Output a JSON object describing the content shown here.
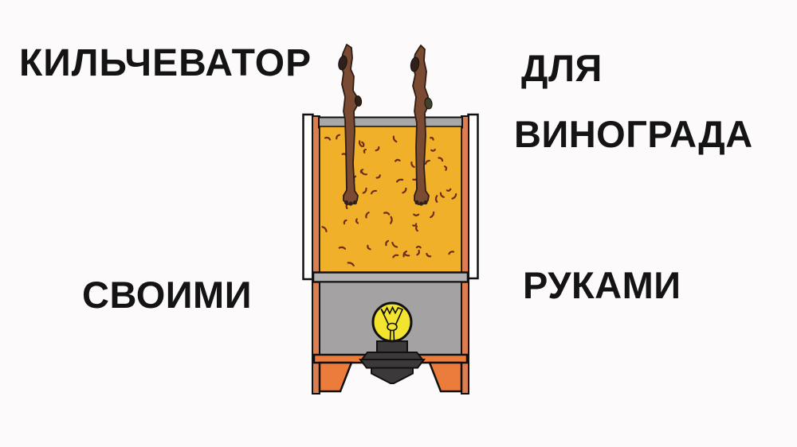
{
  "labels": {
    "top_left": "КИЛЬЧЕВАТОР",
    "top_right_line1": "ДЛЯ",
    "top_right_line2": "ВИНОГРАДА",
    "bottom_left": "СВОИМИ",
    "bottom_right": "РУКАМИ"
  },
  "colors": {
    "background": "#fcfafa",
    "text": "#141414",
    "outline": "#111111",
    "panel_white": "#ffffff",
    "frame_salmon": "#dd7e52",
    "frame_orange": "#ec7c3b",
    "top_rail_gray": "#a8a8a8",
    "divider_gray": "#b4b2b3",
    "chamber_gray": "#a5a2a3",
    "substrate_yellow": "#f0b02a",
    "speckle_brown": "#6e2d16",
    "bulb_yellow": "#f2e42f",
    "socket_dark": "#3c393a",
    "cutting_brown": "#7b4a33",
    "bud_dark": "#2f2019",
    "bud_olive": "#40422c"
  },
  "diagram": {
    "name": "grape-cutting-rooting-box-cross-section",
    "parts": [
      "grape-cutting-left",
      "grape-cutting-right",
      "rooting-substrate",
      "insulation-side-panels",
      "wooden-frame",
      "heating-bulb",
      "bulb-socket",
      "lamp-chamber",
      "support-legs"
    ],
    "texture": {
      "speckle_seed": 42,
      "speckle_count": 54
    }
  }
}
